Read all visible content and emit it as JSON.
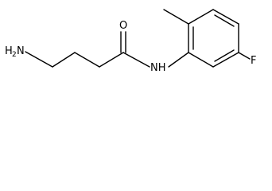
{
  "molecule": {
    "atoms": {
      "amine_h": "H",
      "amine_h_count": "2",
      "amine_n": "N",
      "carbonyl_o": "O",
      "amide_nh": "NH",
      "fluoro": "F"
    }
  },
  "colors": {
    "bond": "#000000",
    "text": "#000000",
    "background": "#ffffff"
  }
}
